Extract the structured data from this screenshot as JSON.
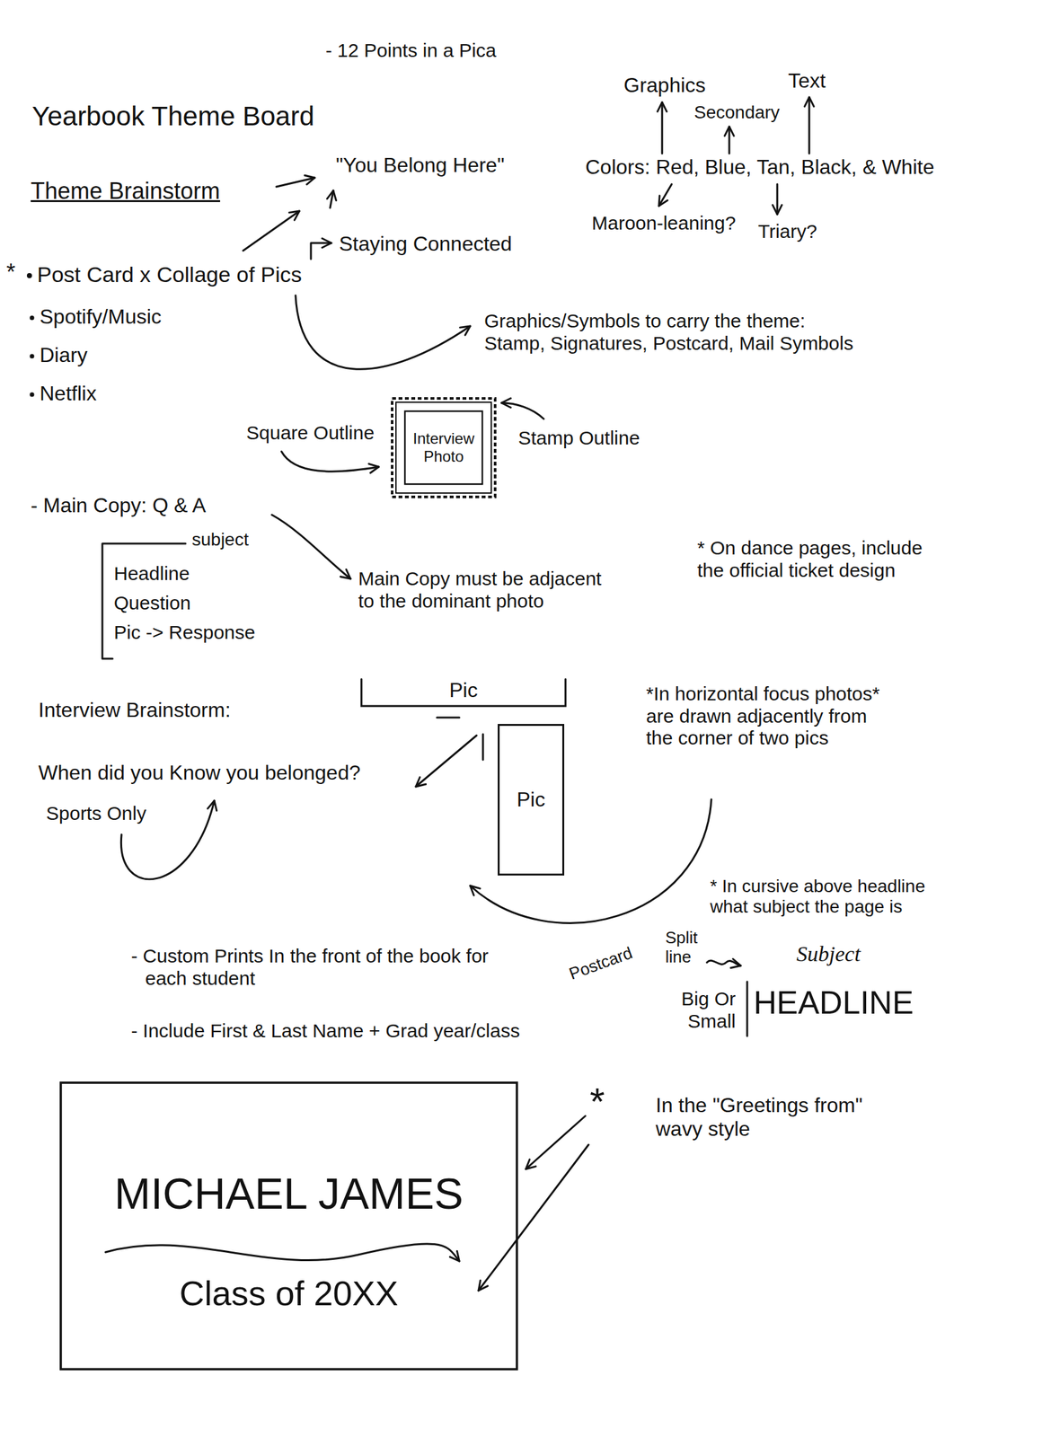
{
  "diagram": {
    "title": "Yearbook Theme Board",
    "nodes": [
      {
        "text": [
          "Interview Photo"
        ]
      },
      {
        "text": [
          "Pic"
        ]
      },
      {
        "text": [
          "Pic"
        ]
      },
      {
        "text": [
          "MICHAEL JAMES",
          "Class of 20XX"
        ]
      }
    ],
    "labels": [
      "- 12 Points in a Pica",
      "Graphics",
      "Secondary",
      "Text",
      "Theme Brainstorm",
      "\"You Belong Here\"",
      "Colors: Red, Blue, Tan, Black, & White",
      "Staying Connected",
      "Maroon-leaning?",
      "Triary?",
      "*",
      "Post Card x Collage of Pics",
      "Spotify/Music",
      "Diary",
      "Netflix",
      "Graphics/Symbols to carry the theme: Stamp, Signatures, Postcard, Mail Symbols",
      "Square Outline",
      "Stamp Outline",
      "- Main Copy: Q & A",
      "subject",
      "Headline",
      "Question",
      "Pic -> Response",
      "Main Copy must be adjacent to the dominant photo",
      "* On dance pages, include the official ticket design",
      "Interview Brainstorm:",
      "When did you Know you belonged?",
      "Sports Only",
      "*In horizontal focus photos* are drawn adjacently from the corner of two pics",
      "* In cursive above headline what subject the page is",
      "- Custom Prints In the front of the book for each student",
      "- Include First & Last Name + Grad year/class",
      "Postcard",
      "Split line",
      "Subject",
      "Big Or Small",
      "HEADLINE",
      "*",
      "In the \"Greetings from\" wavy style"
    ]
  }
}
